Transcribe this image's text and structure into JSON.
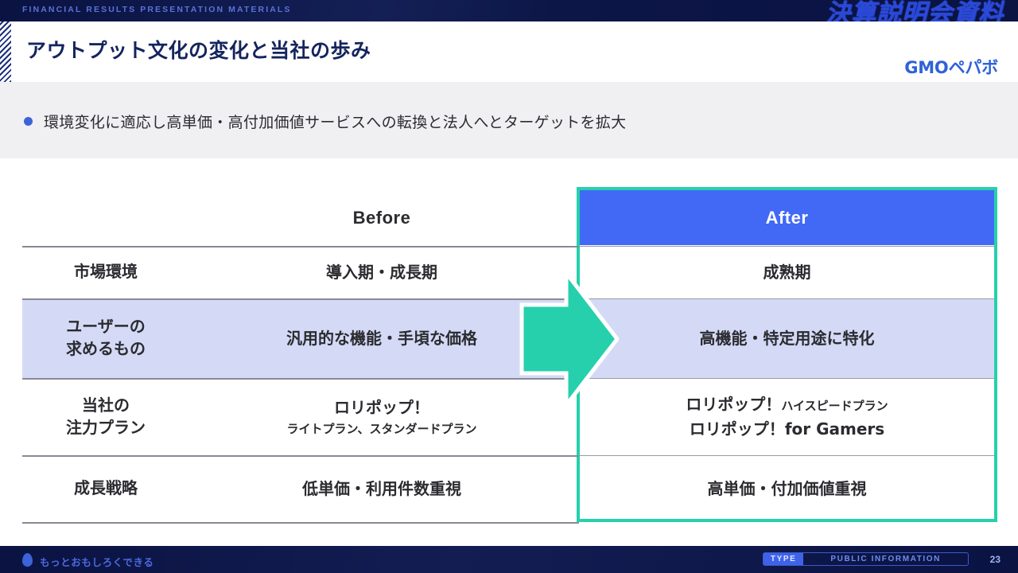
{
  "header": {
    "eyebrow": "FINANCIAL RESULTS PRESENTATION MATERIALS",
    "banner_jp": "決算説明会資料",
    "title": "アウトプット文化の変化と当社の歩み",
    "brand": "GMOペパボ"
  },
  "lead": {
    "bullet": "環境変化に適応し高単価・高付加価値サービスへの転換と法人へとターゲットを拡大"
  },
  "table": {
    "columns": {
      "label": "",
      "before": "Before",
      "after": "After"
    },
    "rows": [
      {
        "label": "市場環境",
        "label_line1": "市場環境",
        "label_line2": "",
        "before": "導入期・成長期",
        "after": "成熟期",
        "highlight": false
      },
      {
        "label": "ユーザーの求めるもの",
        "label_line1": "ユーザーの",
        "label_line2": "求めるもの",
        "before": "汎用的な機能・手頃な価格",
        "after": "高機能・特定用途に特化",
        "highlight": true
      },
      {
        "label": "当社の注力プラン",
        "label_line1": "当社の",
        "label_line2": "注力プラン",
        "before_main": "ロリポップ！",
        "before_sub": "ライトプラン、スタンダードプラン",
        "after_line1_main": "ロリポップ！",
        "after_line1_sub": "ハイスピードプラン",
        "after_line2_main": "ロリポップ！",
        "after_line2_sub": "for Gamers",
        "highlight": false
      },
      {
        "label": "成長戦略",
        "label_line1": "成長戦略",
        "label_line2": "",
        "before": "低単価・利用件数重視",
        "after": "高単価・付加価値重視",
        "highlight": false
      }
    ]
  },
  "footer": {
    "tagline": "もっとおもしろくできる",
    "type_key": "TYPE",
    "type_value": "PUBLIC INFORMATION",
    "page": "23"
  },
  "colors": {
    "navy": "#0a1342",
    "accent_blue": "#4169f5",
    "teal": "#26d0ac",
    "lavender": "#d4daf6",
    "band_gray": "#f0f0f2"
  }
}
